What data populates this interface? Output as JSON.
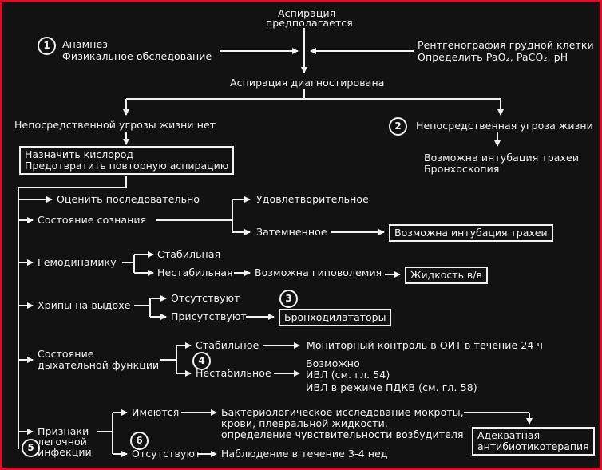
{
  "top": {
    "line1": "Аспирация",
    "line2": "предполагается"
  },
  "step1": {
    "num": "1",
    "line1": "Анамнез",
    "line2": "Физикальное обследование"
  },
  "xray": {
    "line1": "Рентгенография грудной клетки",
    "line2": "Определить PaO₂, PaCO₂, pH"
  },
  "diagnosed": "Аспирация диагностирована",
  "no_threat": "Непосредственной угрозы жизни нет",
  "threat": {
    "num": "2",
    "label": "Непосредственная угроза жизни",
    "line1": "Возможна интубация трахеи",
    "line2": "Бронхоскопия"
  },
  "oxygen_box": {
    "line1": "Назначить кислород",
    "line2": "Предотвратить повторную аспирацию"
  },
  "sequence": "Оценить последовательно",
  "consciousness": {
    "label": "Состояние сознания",
    "ok": "Удовлетворительное",
    "clouded": "Затемненное",
    "intubation": "Возможна интубация трахеи"
  },
  "hemodynamics": {
    "label": "Гемодинамику",
    "stable": "Стабильная",
    "unstable": "Нестабильная",
    "hypovolemia": "Возможна гиповолемия",
    "fluids": "Жидкость в/в"
  },
  "wheezing": {
    "label": "Хрипы на выдохе",
    "absent": "Отсутствуют",
    "present": "Присутствуют",
    "num": "3",
    "bronchodilators": "Бронходилататоры"
  },
  "respiratory": {
    "line1": "Состояние",
    "line2": "дыхательной функции",
    "stable": "Стабильное",
    "monitoring": "Мониторный контроль в ОИТ в течение 24 ч",
    "num": "4",
    "unstable": "Нестабильное",
    "possible": "Возможно",
    "ivl": "ИВЛ (см. гл. 54)",
    "ivl_pdkv": "ИВЛ в режиме ПДКВ (см. гл. 58)"
  },
  "infection": {
    "num": "5",
    "line1": "Признаки",
    "line2": "легочной",
    "line3": "инфекции",
    "present": "Имеются",
    "bact1": "Бактериологическое исследование мокроты,",
    "bact2": "крови, плевральной жидкости,",
    "bact3": "определение чувствительности возбудителя",
    "num6": "6",
    "absent": "Отсутствуют",
    "observe": "Наблюдение в течение 3-4 нед",
    "therapy1": "Адекватная",
    "therapy2": "антибиотикотерапия"
  }
}
